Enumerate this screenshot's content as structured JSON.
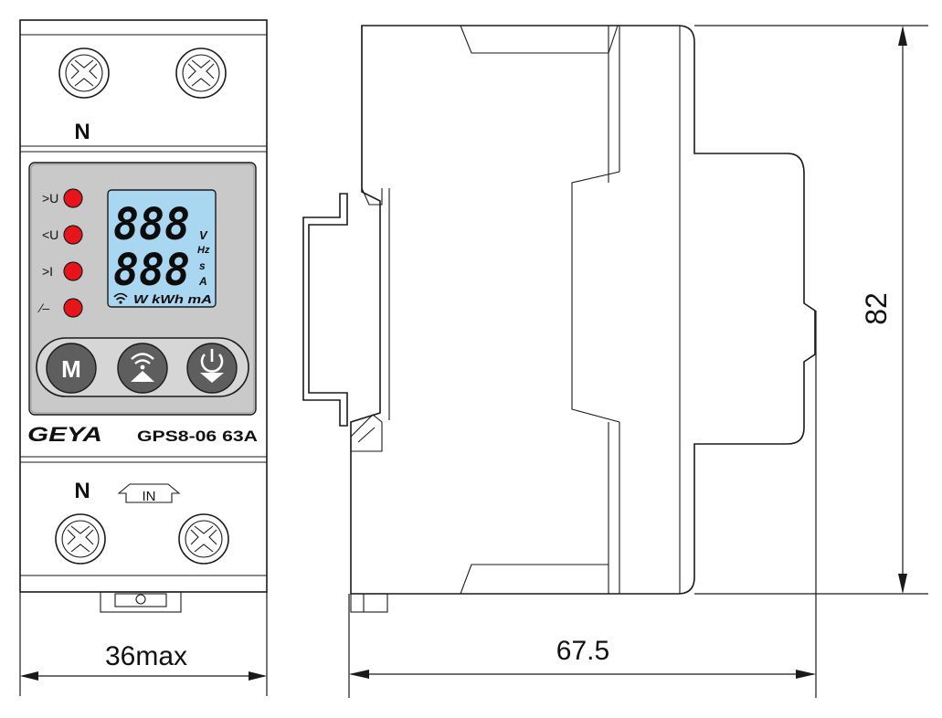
{
  "front_view": {
    "top_terminal_label": "N",
    "bottom_terminal_label": "N",
    "in_marker": "IN",
    "led_labels": [
      ">U",
      "<U",
      ">I",
      "⁄–"
    ],
    "led_color": "#e8141b",
    "lcd": {
      "background": "#a9d7f2",
      "line1_digits": "888",
      "line2_digits": "888",
      "unit_v": "V",
      "unit_hz": "Hz",
      "unit_s": "s",
      "unit_a": "A",
      "bottom_units": "W kWh mA",
      "wifi_icon": "wifi-icon"
    },
    "buttons": [
      {
        "label": "M",
        "icon": "letter-m"
      },
      {
        "label": "",
        "icon": "wifi-up-icon"
      },
      {
        "label": "",
        "icon": "power-down-icon"
      }
    ],
    "brand": "GEYA",
    "model": "GPS8-06 63A",
    "width_dimension": "36max"
  },
  "side_view": {
    "depth_dimension": "67.5",
    "height_dimension": "82"
  },
  "colors": {
    "panel_gray": "#c9c9c9",
    "button_gray": "#5e5e5e",
    "line": "#1a1a1a"
  }
}
